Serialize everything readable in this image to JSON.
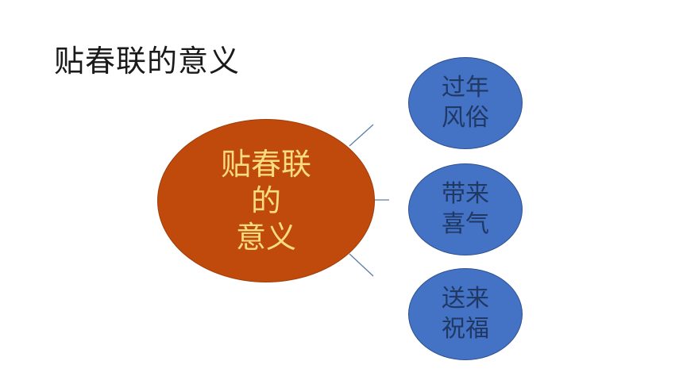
{
  "title": "贴春联的意义",
  "center": {
    "lines": [
      "贴春联",
      "的",
      "意义"
    ]
  },
  "branches": [
    {
      "lines": [
        "过年",
        "风俗"
      ]
    },
    {
      "lines": [
        "带来",
        "喜气"
      ]
    },
    {
      "lines": [
        "送来",
        "祝福"
      ]
    }
  ],
  "colors": {
    "center_fill": "#bf4a0b",
    "center_text": "#f8dc7e",
    "branch_fill": "#4472c4",
    "branch_text": "#1f3864",
    "connector": "#5b7fa8"
  }
}
